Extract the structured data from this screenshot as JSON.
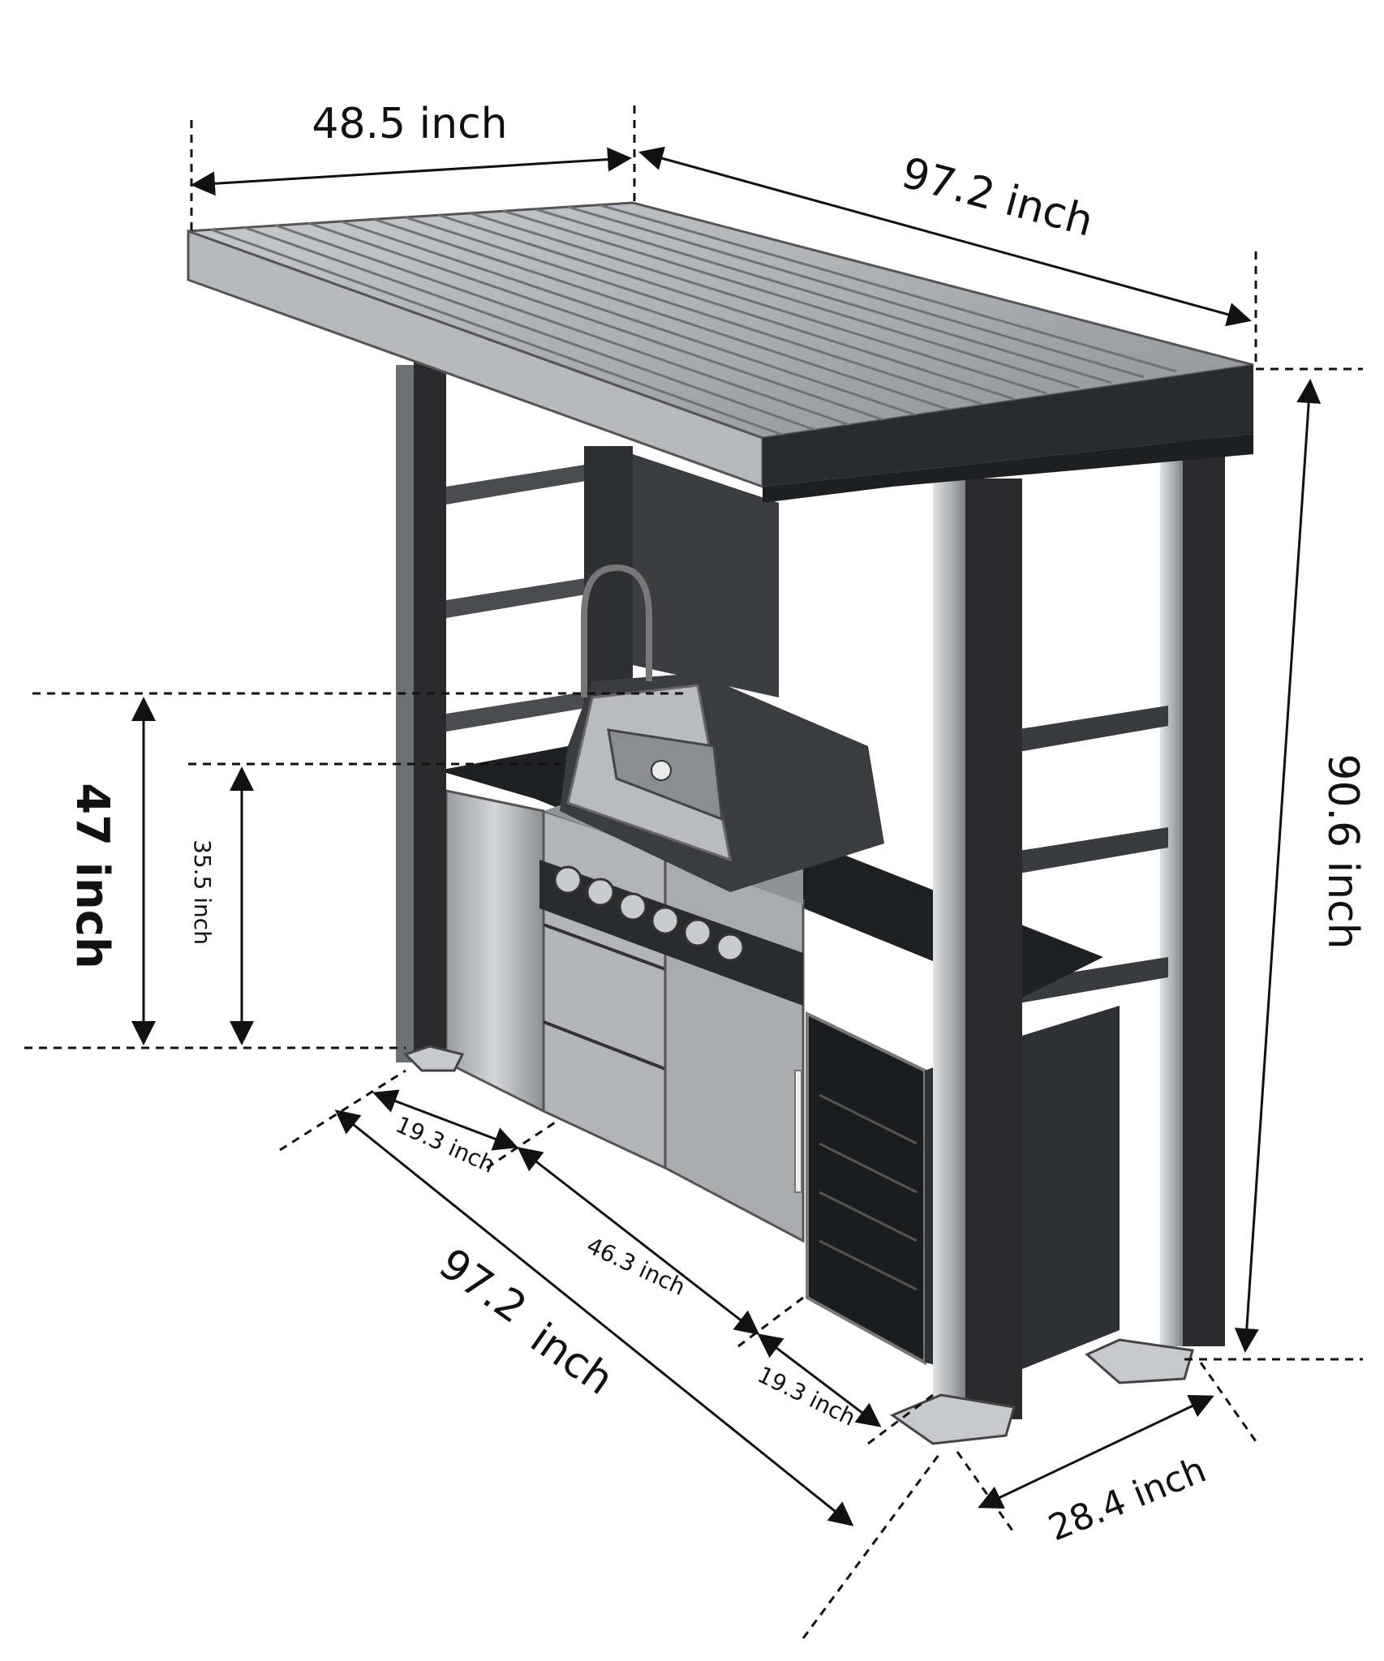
{
  "dimensions": {
    "roof_depth": "48.5 inch",
    "roof_length": "97.2 inch",
    "total_height": "90.6 inch",
    "upper_counter_height": "47 inch",
    "counter_height": "35.5 inch",
    "left_cabinet_width": "19.3 inch",
    "grill_cabinet_width": "46.3 inch",
    "right_cabinet_width": "19.3 inch",
    "base_length_value": "97.2",
    "base_length_unit": "inch",
    "base_depth": "28.4 inch"
  },
  "colors": {
    "frame": "#2b2b2d",
    "steel": "#b8babd",
    "dark_steel": "#3a3b3e",
    "roof": "#9fa2a6",
    "line": "#1a1a1a"
  }
}
